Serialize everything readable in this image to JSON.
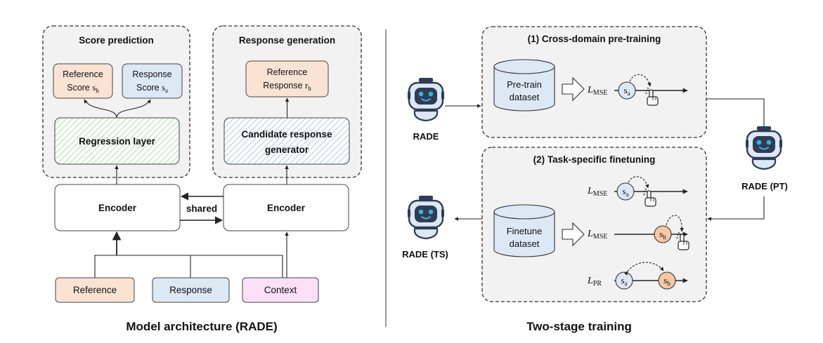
{
  "left_panel": {
    "caption": "Model architecture (RADE)",
    "score_prediction": {
      "title": "Score prediction",
      "reference_score": {
        "line1": "Reference",
        "line2": "Score",
        "symbol": "s",
        "subscript": "h"
      },
      "response_score": {
        "line1": "Response",
        "line2": "Score",
        "symbol": "s",
        "subscript": "a"
      },
      "regression_layer": "Regression layer"
    },
    "response_generation": {
      "title": "Response generation",
      "reference_response": {
        "line1": "Reference",
        "line2": "Response",
        "symbol": "r",
        "subscript": "h"
      },
      "generator_line1": "Candidate response",
      "generator_line2": "generator"
    },
    "encoder_left": "Encoder",
    "encoder_right": "Encoder",
    "shared_label": "shared",
    "inputs": {
      "reference": "Reference",
      "response": "Response",
      "context": "Context"
    }
  },
  "right_panel": {
    "caption": "Two-stage training",
    "robot_rade": "RADE",
    "robot_pt": "RADE (PT)",
    "robot_ts": "RADE (TS)",
    "stage1": {
      "title": "(1) Cross-domain pre-training",
      "dataset_line1": "Pre-train",
      "dataset_line2": "dataset",
      "loss": {
        "symbol": "L",
        "subscript": "MSE"
      },
      "node": {
        "symbol": "s",
        "subscript": "a"
      }
    },
    "stage2": {
      "title": "(2) Task-specific finetuning",
      "dataset_line1": "Finetune",
      "dataset_line2": "dataset",
      "loss_a": {
        "symbol": "L",
        "subscript": "MSE"
      },
      "node_a": {
        "symbol": "s",
        "subscript": "a"
      },
      "loss_b": {
        "symbol": "L",
        "subscript": "MSE"
      },
      "node_b": {
        "symbol": "s",
        "subscript": "h"
      },
      "loss_c": {
        "symbol": "L",
        "subscript": "PR"
      },
      "node_c1": {
        "symbol": "s",
        "subscript": "a"
      },
      "node_c2": {
        "symbol": "s",
        "subscript": "h"
      }
    }
  },
  "colors": {
    "panel_bg": "#f2f2f2",
    "orange_fill": "#fbe3d3",
    "blue_fill": "#dde8f5",
    "pink_fill": "#fbe0f8",
    "green_hatch": "#b7dfae",
    "blue_hatch": "#b9cde6",
    "robot_body": "#dde8f5",
    "robot_dark": "#2e3d55",
    "robot_eye": "#3fb0d8",
    "dataset_fill": "#dde8f5"
  }
}
